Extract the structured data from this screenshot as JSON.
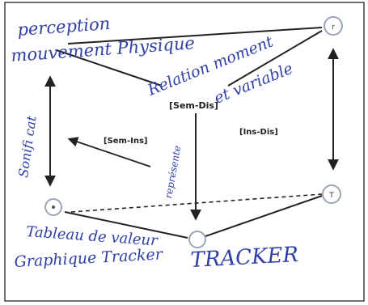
{
  "colors": {
    "ink_blue": "#2f3fa6",
    "pen_dark": "#333333",
    "frame": "#222222",
    "node_stroke": "#9aa3b8"
  },
  "diagram": {
    "node_labels": {
      "top_right": "r",
      "bottom_right": "T"
    },
    "printed_labels": {
      "sem_dis": "[Sem-Dis]",
      "sem_ins": "[Sem-Ins]",
      "ins_dis": "[Ins-Dis]"
    },
    "handwritten": {
      "top_left_line1": "perception",
      "top_left_line2": "mouvement Physique",
      "right_line1": "Relation moment",
      "right_line2": "et variable",
      "left_vertical": "Sonifi cat",
      "middle_vertical": "représente",
      "bottom_left_line1": "Tableau de valeur",
      "bottom_left_line2": "Graphique Tracker",
      "bottom_center": "TRACKER"
    }
  }
}
